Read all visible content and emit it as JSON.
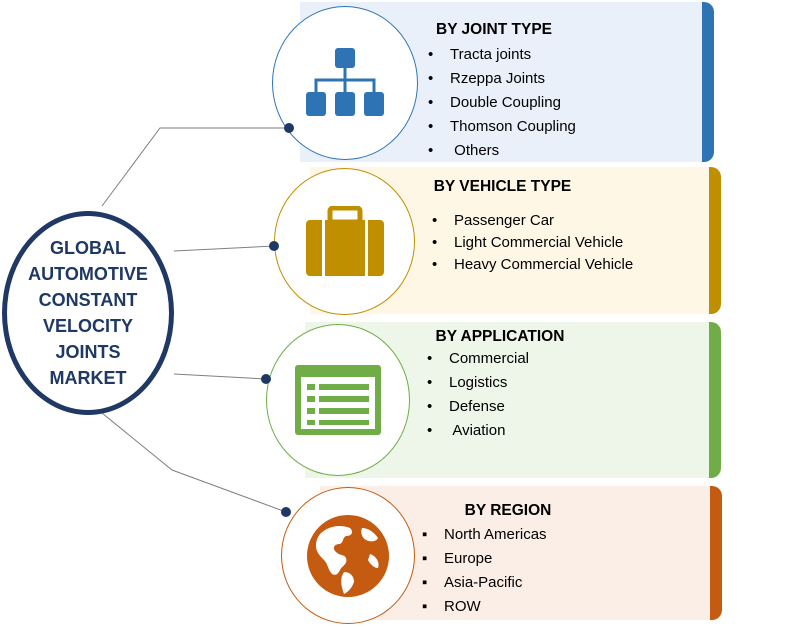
{
  "hub": {
    "title": "GLOBAL\nAUTOMOTIVE\nCONSTANT\nVELOCITY\nJOINTS\nMARKET",
    "border_color": "#1f3864"
  },
  "segments": [
    {
      "title": "BY JOINT TYPE",
      "bullet": "•",
      "icon": "org-chart-icon",
      "accent": "#2e74b5",
      "fill": "#e9f0f9",
      "items": [
        "Tracta joints",
        "Rzeppa Joints",
        "Double Coupling",
        "Thomson Coupling",
        " Others"
      ]
    },
    {
      "title": "BY VEHICLE TYPE",
      "bullet": "•",
      "icon": "suitcase-icon",
      "accent": "#bf8f00",
      "fill": "#fff7e6",
      "items": [
        "Passenger Car",
        "Light Commercial Vehicle",
        "Heavy Commercial Vehicle"
      ]
    },
    {
      "title": "BY APPLICATION",
      "bullet": "•",
      "icon": "list-window-icon",
      "accent": "#70ad47",
      "fill": "#eef5e9",
      "items": [
        "Commercial",
        "Logistics",
        "Defense",
        " Aviation"
      ]
    },
    {
      "title": "BY REGION",
      "bullet": "▪",
      "icon": "globe-icon",
      "accent": "#c55a11",
      "fill": "#fbeee6",
      "items": [
        "North Americas",
        "Europe",
        "Asia-Pacific",
        "ROW"
      ]
    }
  ]
}
